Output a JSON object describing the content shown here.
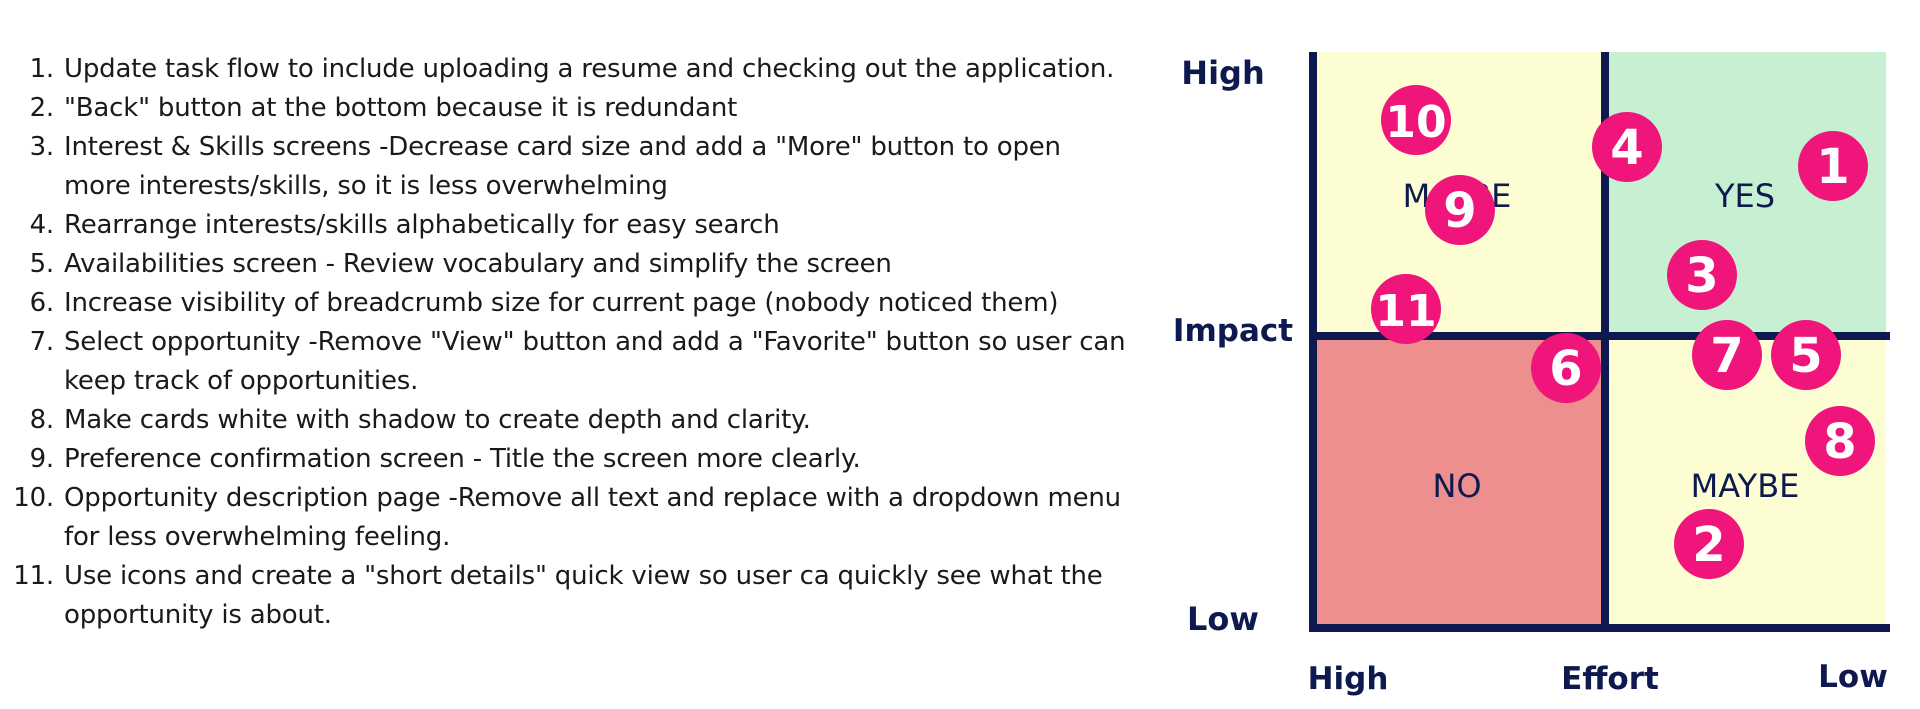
{
  "notes": [
    {
      "num": "1.",
      "text": "Update task flow to include uploading a resume and checking out the application."
    },
    {
      "num": "2.",
      "text": "\"Back\" button at the bottom because it is redundant"
    },
    {
      "num": "3.",
      "text": "Interest & Skills screens -Decrease card size and add a \"More\" button to open more interests/skills, so it is less overwhelming"
    },
    {
      "num": "4.",
      "text": "Rearrange interests/skills alphabetically for easy search"
    },
    {
      "num": "5.",
      "text": "Availabilities screen - Review vocabulary and simplify the screen"
    },
    {
      "num": "6.",
      "text": "Increase visibility of breadcrumb size for current page (nobody noticed them)"
    },
    {
      "num": "7.",
      "text": "Select opportunity -Remove \"View\" button and add a \"Favorite\" button so user can keep track of opportunities."
    },
    {
      "num": "8.",
      "text": "Make cards white with shadow to create depth and clarity."
    },
    {
      "num": "9.",
      "text": "Preference confirmation screen - Title the screen more clearly."
    },
    {
      "num": "10.",
      "text": "Opportunity description page -Remove all text and replace with a dropdown menu for less overwhelming feeling."
    },
    {
      "num": "11.",
      "text": "Use icons and create a \"short details\" quick view so user ca quickly see what the opportunity is about."
    }
  ],
  "matrix": {
    "y_axis": {
      "top": "High",
      "mid": "Impact",
      "bottom": "Low"
    },
    "x_axis": {
      "left": "High",
      "mid": "Effort",
      "right": "Low"
    },
    "quadrants": {
      "top_left": {
        "label": "MAYBE",
        "color": "#fcfdd3"
      },
      "top_right": {
        "label": "YES",
        "color": "#c7f0d3"
      },
      "bottom_left": {
        "label": "NO",
        "color": "#ec8f8e"
      },
      "bottom_right": {
        "label": "MAYBE",
        "color": "#fcfdd3"
      }
    },
    "line_color": "#0e1a4f",
    "dot_color": "#f0157a",
    "items": [
      {
        "label": "10"
      },
      {
        "label": "4"
      },
      {
        "label": "1"
      },
      {
        "label": "9"
      },
      {
        "label": "3"
      },
      {
        "label": "11"
      },
      {
        "label": "6"
      },
      {
        "label": "7"
      },
      {
        "label": "5"
      },
      {
        "label": "8"
      },
      {
        "label": "2"
      }
    ]
  }
}
